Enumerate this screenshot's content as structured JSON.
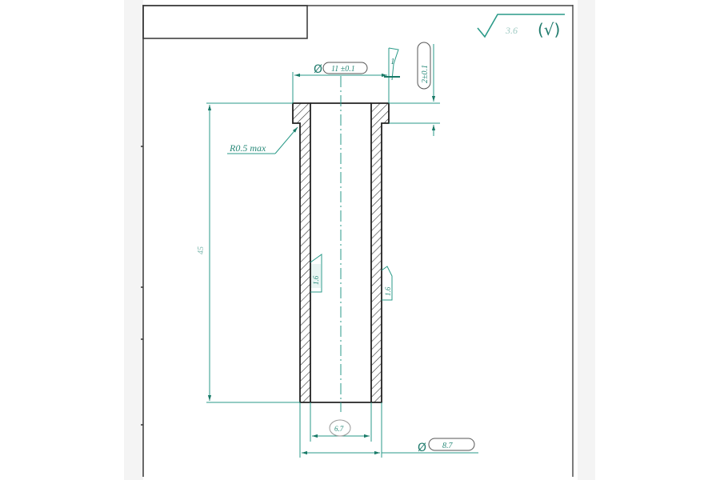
{
  "sheet": {
    "title_block_text": "",
    "border_color": "#333333",
    "dimension_color": "#2a9a88",
    "arrow_color": "#1a7a68",
    "outline_color": "#222222"
  },
  "surface_finish": {
    "symbol": "√",
    "value": "3.6",
    "general_symbol": "(√)"
  },
  "dimensions": {
    "top_diameter": {
      "prefix": "Ø",
      "value": "11 ±0.1"
    },
    "flange_height": {
      "value": "2±0.1",
      "tolerance_mark": "1"
    },
    "fillet_radius": {
      "value": "R0.5 max"
    },
    "overall_length": {
      "value": "45"
    },
    "bore_diameter": {
      "value": "6.7"
    },
    "outer_diameter": {
      "prefix": "Ø",
      "value": "8.7"
    },
    "left_wall_finish": {
      "value": "1.6"
    },
    "right_wall_finish": {
      "value": "1.6"
    }
  },
  "part": {
    "type": "flanged-bushing-section",
    "centerline": "dash-dot"
  }
}
